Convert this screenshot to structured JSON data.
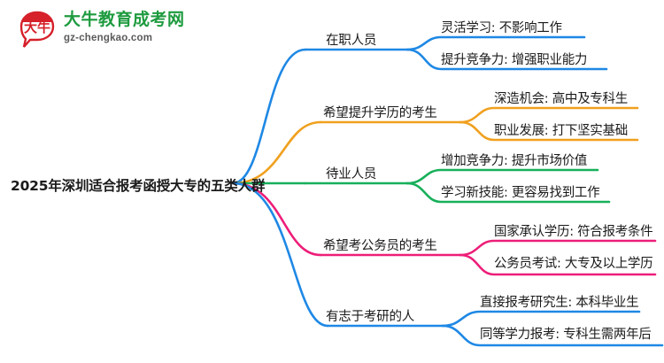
{
  "logo": {
    "mark_text": "大牛",
    "brand_cn": "大牛教育成考网",
    "brand_en": "gz-chengkao.com",
    "brand_color": "#1e9b3f",
    "mark_color": "#d6202a"
  },
  "mindmap": {
    "root": {
      "label": "2025年深圳适合报考函授大专的五类人群"
    },
    "branches": [
      {
        "label": "在职人员",
        "color": "#1e88e5",
        "children": [
          {
            "label": "灵活学习: 不影响工作"
          },
          {
            "label": "提升竞争力: 增强职业能力"
          }
        ]
      },
      {
        "label": "希望提升学历的考生",
        "color": "#f0a01e",
        "children": [
          {
            "label": "深造机会: 高中及专科生"
          },
          {
            "label": "职业发展: 打下坚实基础"
          }
        ]
      },
      {
        "label": "待业人员",
        "color": "#17b05a",
        "children": [
          {
            "label": "增加竞争力: 提升市场价值"
          },
          {
            "label": "学习新技能: 更容易找到工作"
          }
        ]
      },
      {
        "label": "希望考公务员的考生",
        "color": "#ed1e79",
        "children": [
          {
            "label": "国家承认学历: 符合报考条件"
          },
          {
            "label": "公务员考试: 大专及以上学历"
          }
        ]
      },
      {
        "label": "有志于考研的人",
        "color": "#1e88e5",
        "children": [
          {
            "label": "直接报考研究生: 本科毕业生"
          },
          {
            "label": "同等学力报考: 专科生需两年后"
          }
        ]
      }
    ]
  }
}
